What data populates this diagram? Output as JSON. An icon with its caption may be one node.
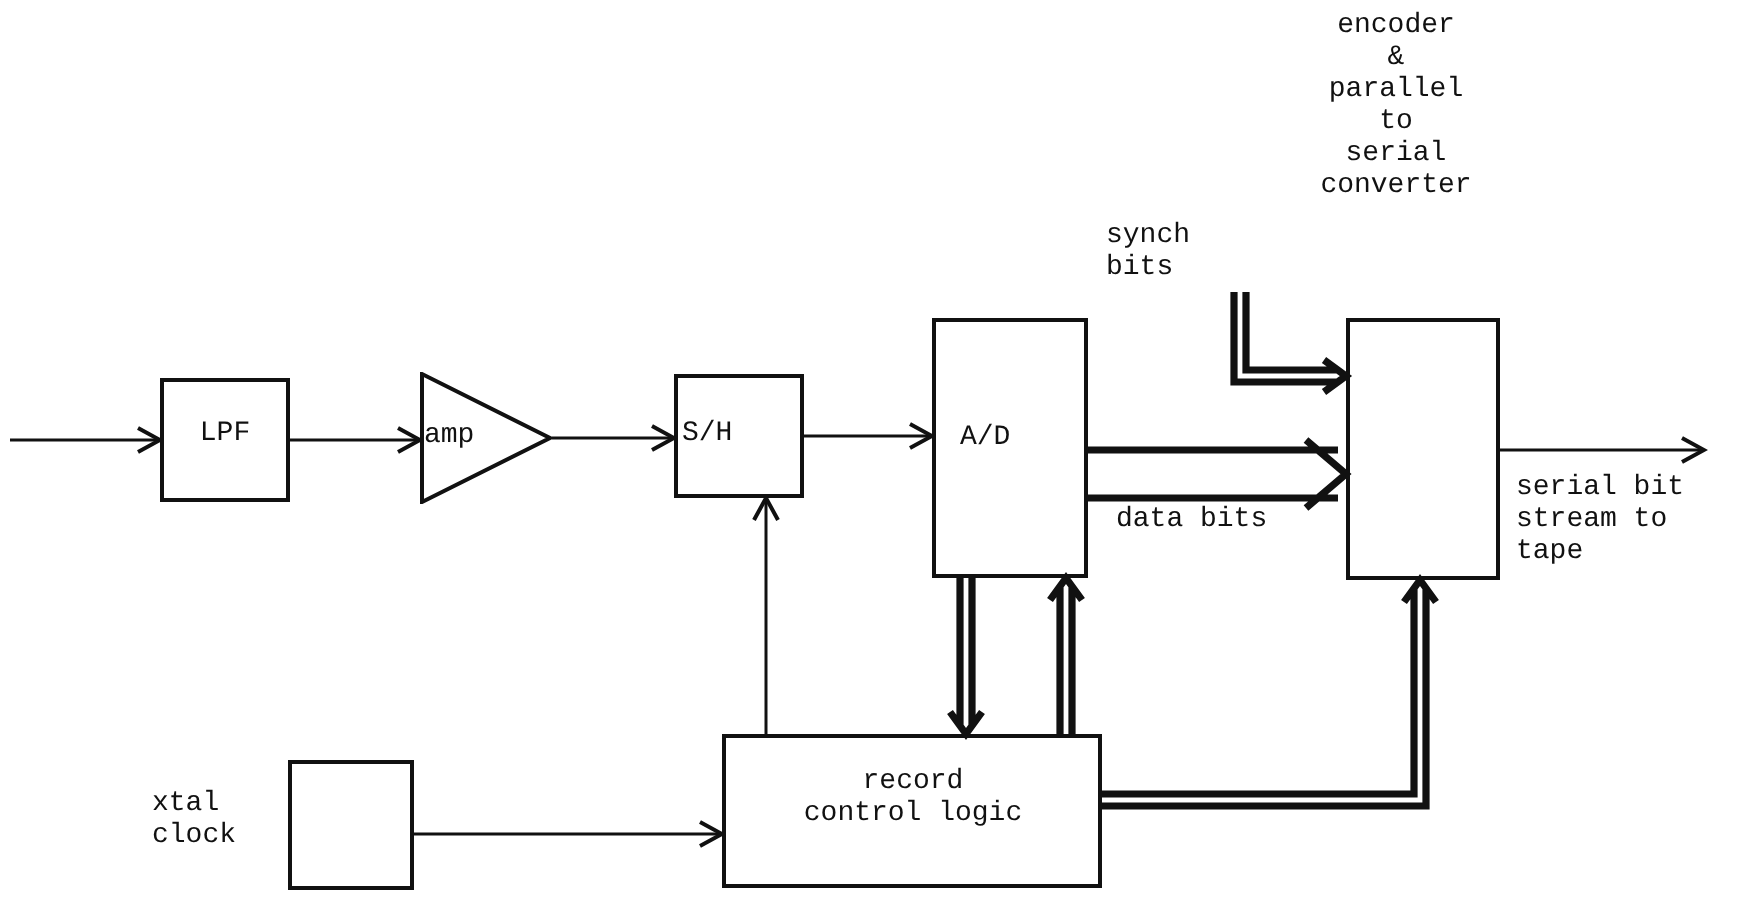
{
  "diagram": {
    "nodes": [
      {
        "text": [
          "LPF"
        ]
      },
      {
        "text": [
          "amp"
        ]
      },
      {
        "text": [
          "S/H"
        ]
      },
      {
        "text": [
          "A/D"
        ]
      },
      {
        "text": [
          "encoder & parallel to serial converter"
        ]
      },
      {
        "text": [
          "xtal clock"
        ]
      },
      {
        "text": [
          "record control logic"
        ]
      },
      {
        "text": [
          "synch bits"
        ]
      }
    ],
    "edges": [
      {
        "from": null,
        "to": 0,
        "arrow": "to"
      },
      {
        "from": 0,
        "to": 1,
        "arrow": "to"
      },
      {
        "from": 1,
        "to": 2,
        "arrow": "to"
      },
      {
        "from": 2,
        "to": 3,
        "arrow": "to"
      },
      {
        "from": 6,
        "to": 2,
        "arrow": "to"
      },
      {
        "from": 5,
        "to": 6,
        "arrow": "to"
      },
      {
        "from": 3,
        "to": 6,
        "arrow": "to",
        "style": "thick"
      },
      {
        "from": 6,
        "to": 3,
        "arrow": "to",
        "style": "thick"
      },
      {
        "from": 3,
        "to": 4,
        "arrow": "to",
        "style": "thick",
        "label": "data bits"
      },
      {
        "from": 7,
        "to": 4,
        "arrow": "to",
        "style": "thick"
      },
      {
        "from": 6,
        "to": 4,
        "arrow": "to",
        "style": "thick"
      },
      {
        "from": 4,
        "to": null,
        "arrow": "to",
        "label": "serial bit stream to tape"
      }
    ]
  }
}
